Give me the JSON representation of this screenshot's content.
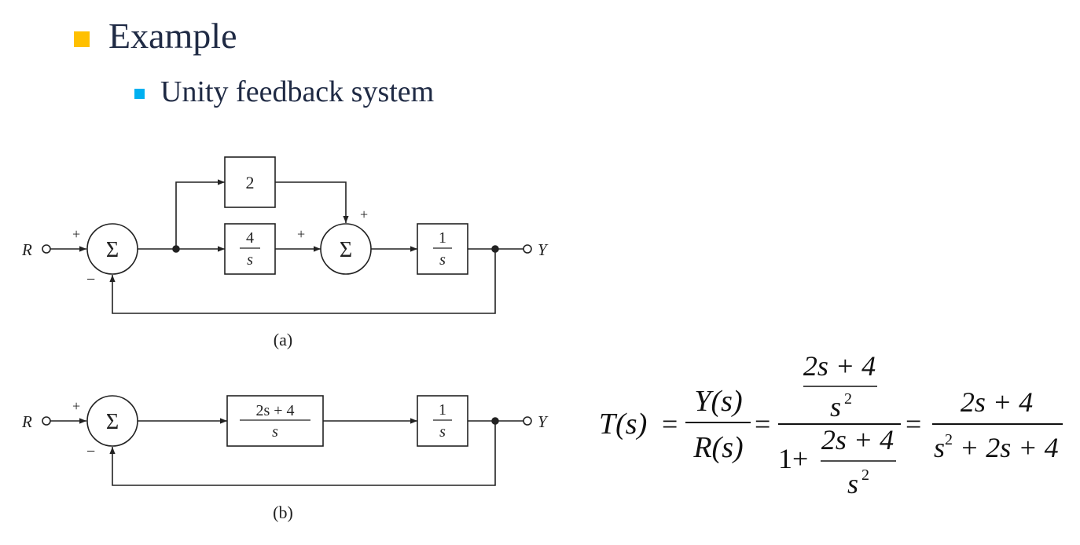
{
  "slide": {
    "title": "Example",
    "subtitle": "Unity feedback system",
    "bullet_color_level1": "#ffc000",
    "bullet_color_level2": "#00b0f0"
  },
  "diagram_a": {
    "caption": "(a)",
    "input_label": "R",
    "output_label": "Y",
    "sum1": {
      "symbol": "Σ",
      "plus": "+",
      "minus": "−"
    },
    "block_top": "2",
    "block_middle": {
      "num": "4",
      "den": "s"
    },
    "sum2": {
      "symbol": "Σ",
      "plus_left": "+",
      "plus_top": "+"
    },
    "block_plant": {
      "num": "1",
      "den": "s"
    }
  },
  "diagram_b": {
    "caption": "(b)",
    "input_label": "R",
    "output_label": "Y",
    "sum1": {
      "symbol": "Σ",
      "plus": "+",
      "minus": "−"
    },
    "block_controller": {
      "num": "2s + 4",
      "den": "s"
    },
    "block_plant": {
      "num": "1",
      "den": "s"
    }
  },
  "equation": {
    "lhs": "T(s)",
    "eq": "=",
    "frac1": {
      "num": "Y(s)",
      "den": "R(s)"
    },
    "frac2": {
      "num": {
        "num": "2s + 4",
        "den": "s",
        "exp": "2"
      },
      "den_prefix": "1+",
      "den": {
        "num": "2s + 4",
        "den": "s",
        "exp": "2"
      }
    },
    "frac3": {
      "num": "2s + 4",
      "den_base": "s",
      "den_exp": "2",
      "den_rest": " + 2s + 4"
    }
  }
}
